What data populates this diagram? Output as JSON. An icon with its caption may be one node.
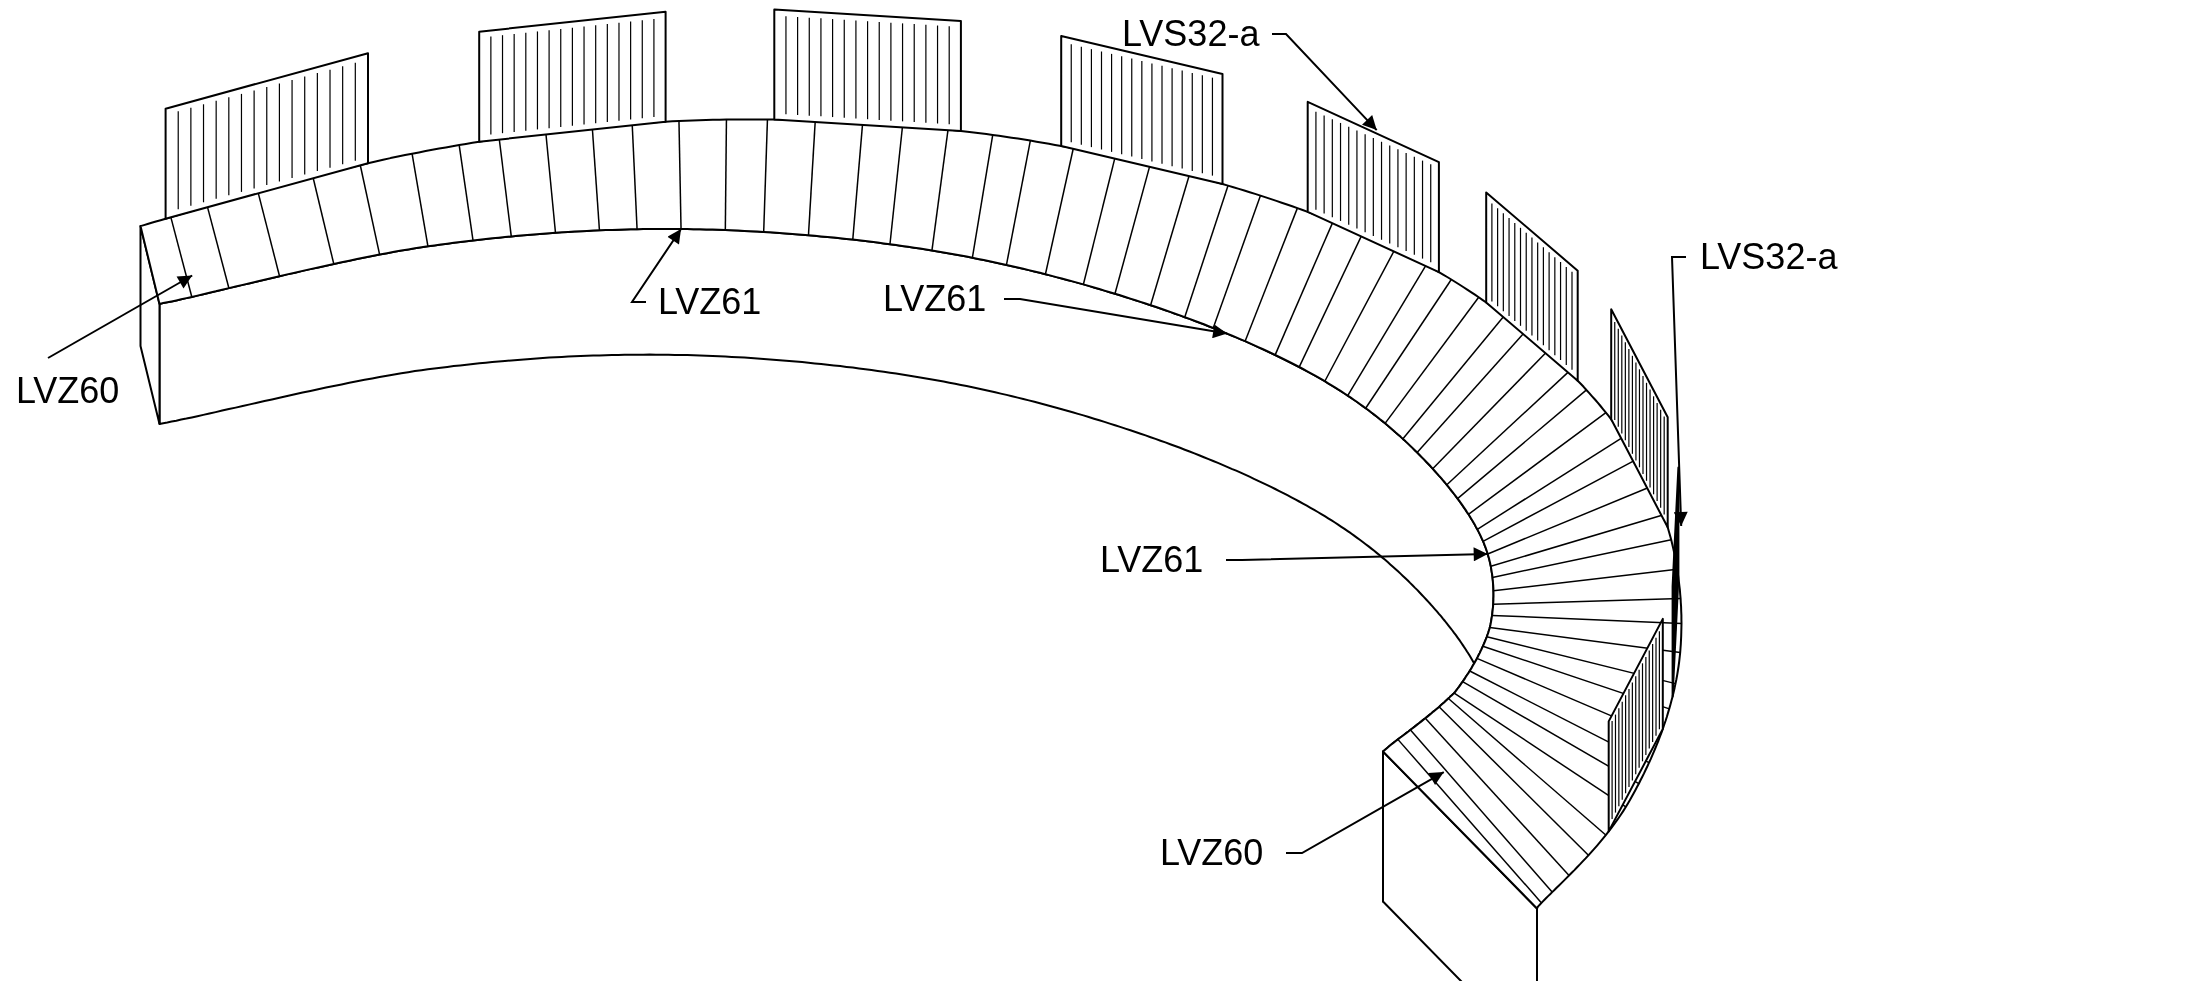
{
  "diagram": {
    "nodes": [
      {
        "text": [
          "LVS32-a"
        ]
      },
      {
        "text": [
          "LVS32-a"
        ]
      },
      {
        "text": [
          "LVZ61"
        ]
      },
      {
        "text": [
          "LVZ61"
        ]
      },
      {
        "text": [
          "LVZ60"
        ]
      },
      {
        "text": [
          "LVZ61"
        ]
      },
      {
        "text": [
          "LVZ60"
        ]
      }
    ],
    "edges": [
      {
        "from": 0,
        "to": null,
        "arrow": "to"
      },
      {
        "from": 1,
        "to": null,
        "arrow": "to"
      },
      {
        "from": 2,
        "to": null,
        "arrow": "to"
      },
      {
        "from": 3,
        "to": null,
        "arrow": "to"
      },
      {
        "from": 4,
        "to": null,
        "arrow": "to"
      },
      {
        "from": 5,
        "to": null,
        "arrow": "to"
      },
      {
        "from": 6,
        "to": null,
        "arrow": "to"
      }
    ]
  }
}
